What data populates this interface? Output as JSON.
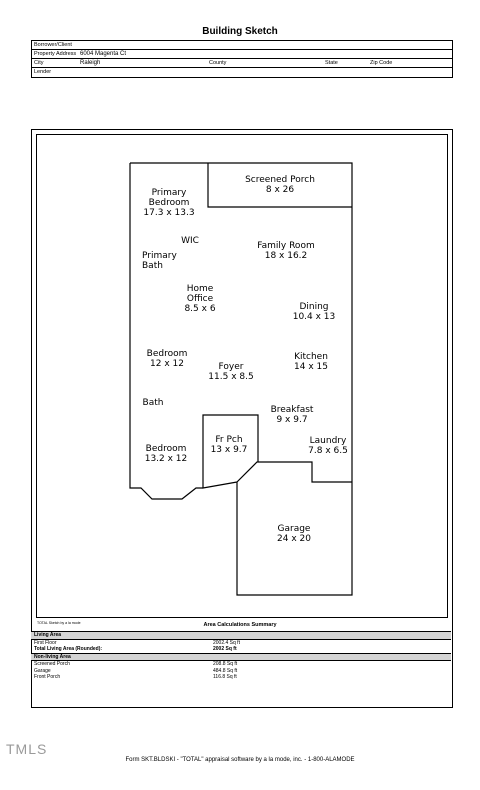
{
  "header": {
    "title": "Building Sketch",
    "fields": [
      {
        "label": "Borrower/Client",
        "value": ""
      },
      {
        "label": "Property Address",
        "value": "6004 Magenta Ct"
      },
      {
        "label": "City",
        "value": "Raleigh"
      },
      {
        "label": "Lender",
        "value": ""
      }
    ],
    "county_label": "County",
    "state_label": "State",
    "zip_label": "Zip Code"
  },
  "rooms": [
    {
      "id": "screened-porch",
      "name": "Screened Porch",
      "dims": "8 x 26"
    },
    {
      "id": "primary-bedroom",
      "name": "Primary\nBedroom",
      "dims": "17.3 x 13.3"
    },
    {
      "id": "wic",
      "name": "WIC",
      "dims": ""
    },
    {
      "id": "family-room",
      "name": "Family Room",
      "dims": "18 x 16.2"
    },
    {
      "id": "primary-bath",
      "name": "Primary\nBath",
      "dims": ""
    },
    {
      "id": "home-office",
      "name": "Home\nOffice",
      "dims": "8.5 x 6"
    },
    {
      "id": "dining",
      "name": "Dining",
      "dims": "10.4 x 13"
    },
    {
      "id": "bedroom-1",
      "name": "Bedroom",
      "dims": "12 x 12"
    },
    {
      "id": "kitchen",
      "name": "Kitchen",
      "dims": "14 x 15"
    },
    {
      "id": "foyer",
      "name": "Foyer",
      "dims": "11.5 x 8.5"
    },
    {
      "id": "bath",
      "name": "Bath",
      "dims": ""
    },
    {
      "id": "breakfast",
      "name": "Breakfast",
      "dims": "9 x 9.7"
    },
    {
      "id": "fr-pch",
      "name": "Fr Pch",
      "dims": "13 x 9.7"
    },
    {
      "id": "laundry",
      "name": "Laundry",
      "dims": "7.8 x 6.5"
    },
    {
      "id": "bedroom-2",
      "name": "Bedroom",
      "dims": "13.2 x 12"
    },
    {
      "id": "garage",
      "name": "Garage",
      "dims": "24 x 20"
    }
  ],
  "sketch_credit": "TOTAL Sketch by a la mode",
  "area_calc": {
    "title": "Area Calculations Summary",
    "rows": [
      {
        "label": "Living Area",
        "value": "",
        "style": "band"
      },
      {
        "label": "First Floor",
        "value": "2002.4 Sq ft",
        "style": "normal"
      },
      {
        "label": "Total Living Area (Rounded):",
        "value": "2002 Sq ft",
        "style": "bold"
      },
      {
        "label": "Non-living Area",
        "value": "",
        "style": "band"
      },
      {
        "label": "Screened Porch",
        "value": "208.8 Sq ft",
        "style": "normal"
      },
      {
        "label": "Garage",
        "value": "484.8 Sq ft",
        "style": "normal"
      },
      {
        "label": "Front Porch",
        "value": "116.8 Sq ft",
        "style": "normal"
      }
    ]
  },
  "footer": "Form SKT.BLDSKI - \"TOTAL\" appraisal software by a la mode, inc. - 1-800-ALAMODE",
  "watermark": "TMLS"
}
